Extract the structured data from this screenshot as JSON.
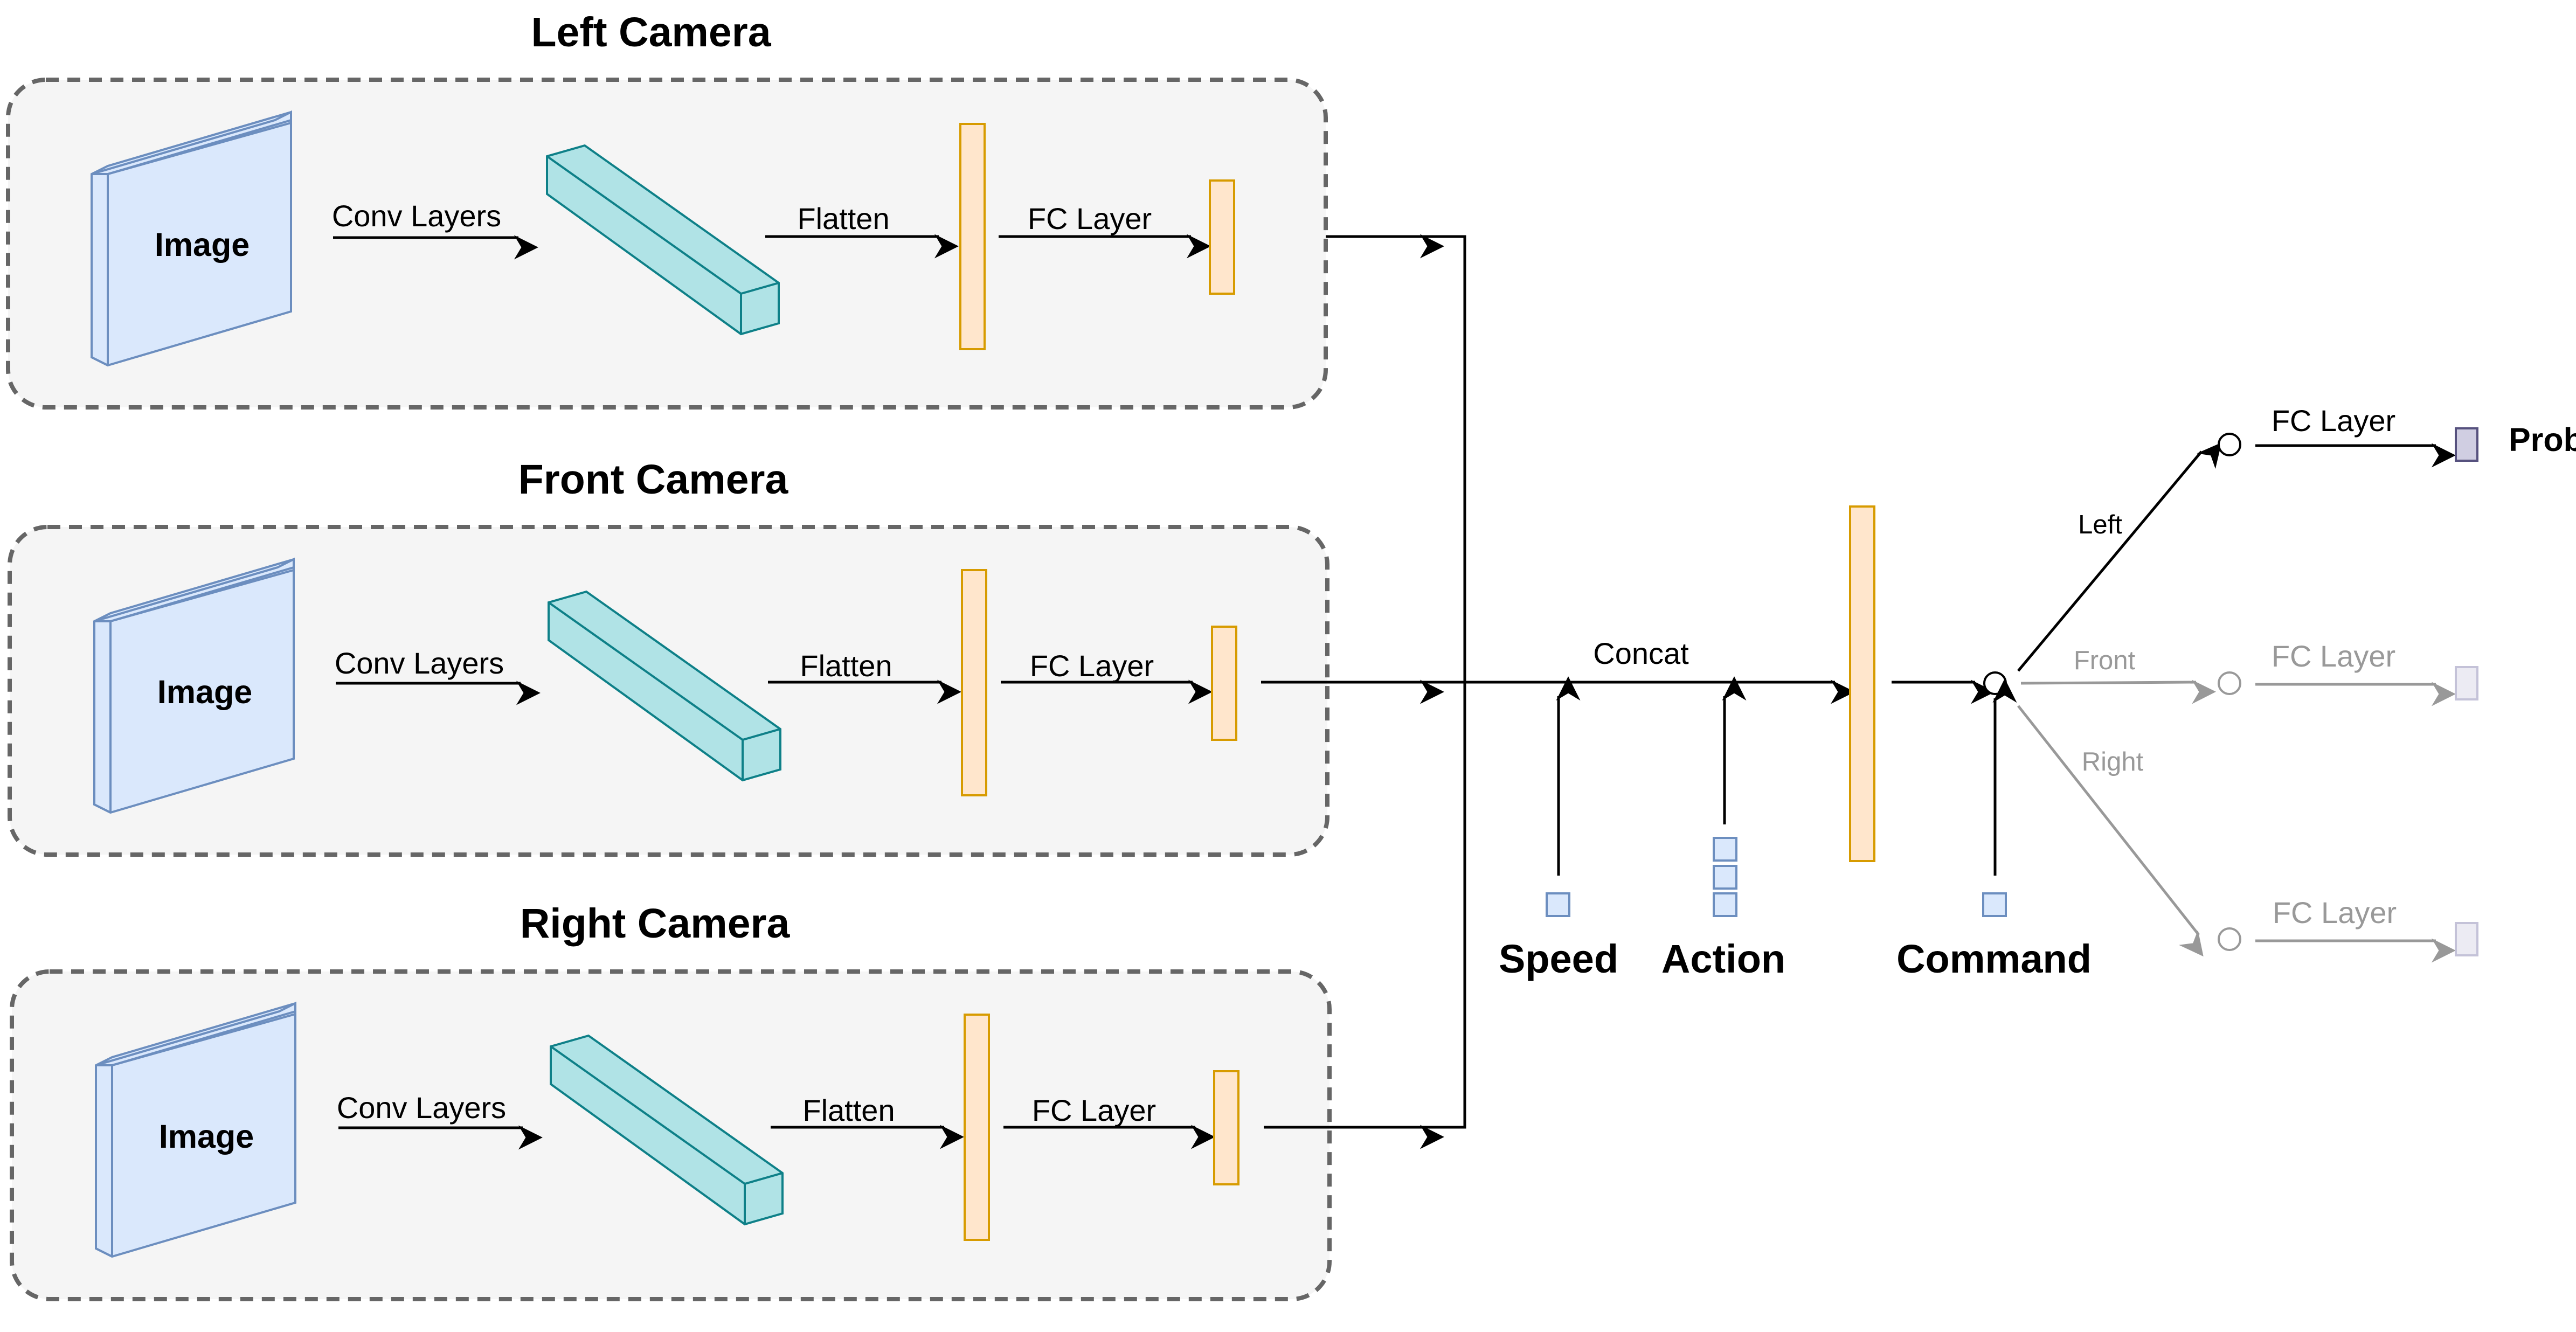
{
  "diagram": {
    "cameras": [
      {
        "title": "Left Camera",
        "image_label": "Image",
        "conv_label": "Conv Layers",
        "flatten_label": "Flatten",
        "fc_label": "FC Layer"
      },
      {
        "title": "Front Camera",
        "image_label": "Image",
        "conv_label": "Conv Layers",
        "flatten_label": "Flatten",
        "fc_label": "FC Layer"
      },
      {
        "title": "Right Camera",
        "image_label": "Image",
        "conv_label": "Conv Layers",
        "flatten_label": "Flatten",
        "fc_label": "FC Layer"
      }
    ],
    "concat_label": "Concat",
    "inputs": {
      "speed": "Speed",
      "action": "Action",
      "command": "Command"
    },
    "branches": [
      {
        "label": "Left",
        "fc_label": "FC Layer",
        "active": true
      },
      {
        "label": "Front",
        "fc_label": "FC Layer",
        "active": false
      },
      {
        "label": "Right",
        "fc_label": "FC Layer",
        "active": false
      }
    ],
    "output_label": "Prob",
    "colors": {
      "panel_fill": "#f5f5f5",
      "image_fill": "#dae8fc",
      "image_stroke": "#6c8ebf",
      "conv_fill": "#b0e3e6",
      "conv_stroke": "#0e8088",
      "vector_fill": "#ffe6cc",
      "vector_stroke": "#d79b00",
      "output_fill": "#d0cee2",
      "output_stroke": "#56517e",
      "inactive": "#999999"
    }
  }
}
